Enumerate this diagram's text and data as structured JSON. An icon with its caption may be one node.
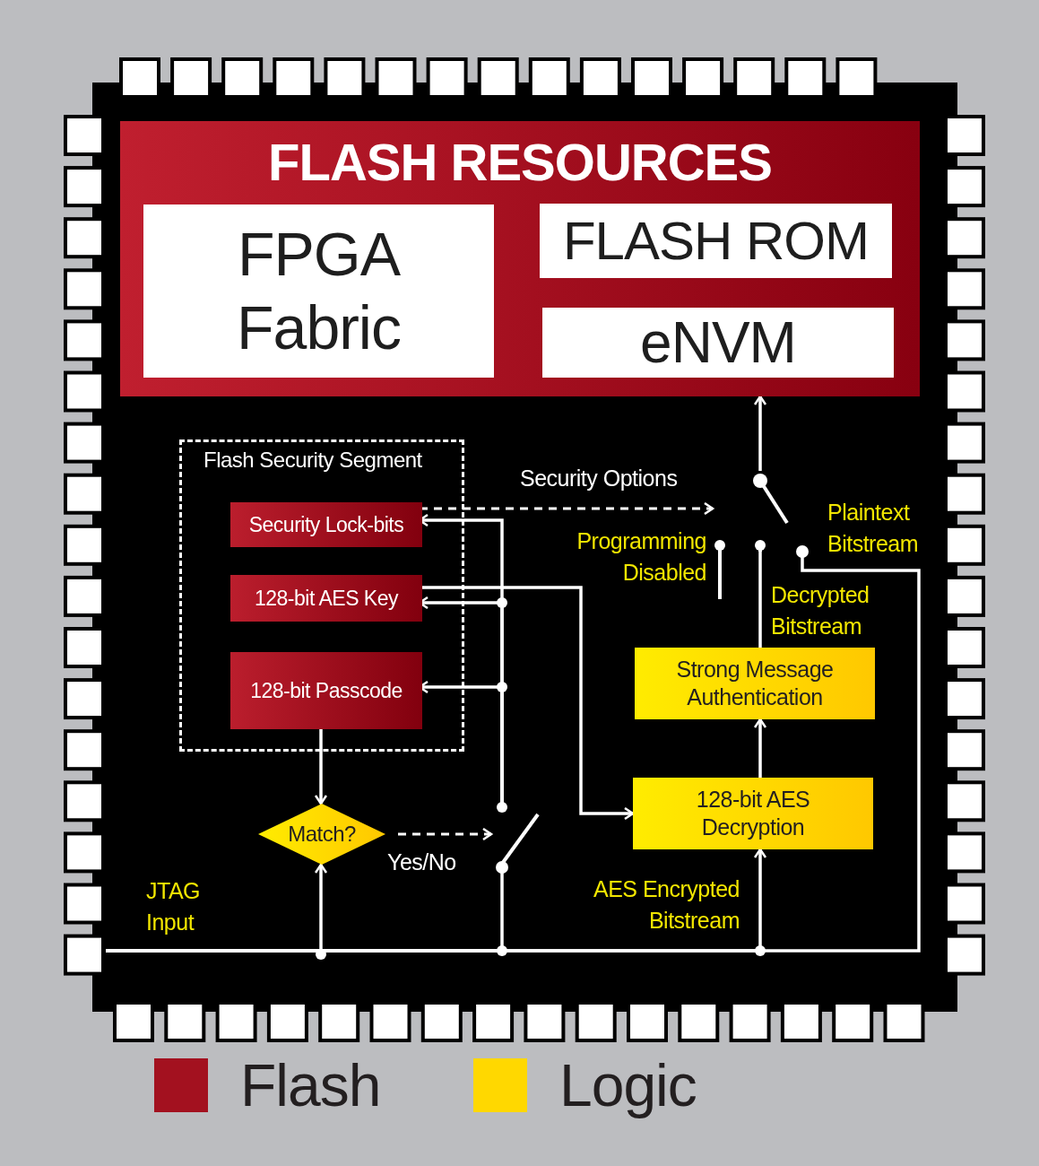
{
  "diagram": {
    "nodes": [
      {
        "text": [
          "FLASH RESOURCES"
        ]
      },
      {
        "text": [
          "FPGA Fabric"
        ],
        "in": 0
      },
      {
        "text": [
          "FLASH ROM"
        ],
        "in": 0
      },
      {
        "text": [
          "eNVM"
        ],
        "in": 0
      },
      {
        "text": [
          "Flash Security Segment"
        ]
      },
      {
        "text": [
          "Security Lock-bits"
        ],
        "in": 4
      },
      {
        "text": [
          "128-bit AES Key"
        ],
        "in": 4
      },
      {
        "text": [
          "128-bit Passcode"
        ],
        "in": 4
      },
      {
        "text": [
          "Match?"
        ]
      },
      {
        "text": [
          "Strong Message Authentication"
        ]
      },
      {
        "text": [
          "128-bit AES Decryption"
        ]
      },
      {
        "text": [],
        "shape": "switch"
      },
      {
        "text": [],
        "shape": "switch"
      }
    ],
    "edges": [
      {
        "from": null,
        "to": 8,
        "arrow": "to"
      },
      {
        "from": null,
        "to": 11,
        "arrow": "other"
      },
      {
        "from": null,
        "to": 10,
        "arrow": "to"
      },
      {
        "from": null,
        "to": 12,
        "arrow": "other"
      },
      {
        "from": 11,
        "to": 5,
        "arrow": "to"
      },
      {
        "from": 11,
        "to": 6,
        "arrow": "to"
      },
      {
        "from": 11,
        "to": 7,
        "arrow": "to"
      },
      {
        "from": 6,
        "to": 10,
        "arrow": "to"
      },
      {
        "from": 7,
        "to": 8,
        "arrow": "to"
      },
      {
        "from": 8,
        "to": 11,
        "arrow": "to",
        "label": "Yes/No",
        "style": "dashed"
      },
      {
        "from": 5,
        "to": 12,
        "arrow": "to",
        "label": "Security Options",
        "style": "dashed"
      },
      {
        "from": 10,
        "to": 9,
        "arrow": "to"
      },
      {
        "from": 9,
        "to": 12,
        "arrow": "none",
        "label": "Decrypted Bitstream"
      },
      {
        "from": 12,
        "to": 0,
        "arrow": "to"
      }
    ],
    "labels": [
      "JTAG Input",
      "Programming Disabled",
      "Plaintext Bitstream",
      "AES Encrypted Bitstream"
    ],
    "legend": [
      {
        "text": "Flash",
        "color": "#a3111f"
      },
      {
        "text": "Logic",
        "color": "#ffd800"
      }
    ]
  }
}
